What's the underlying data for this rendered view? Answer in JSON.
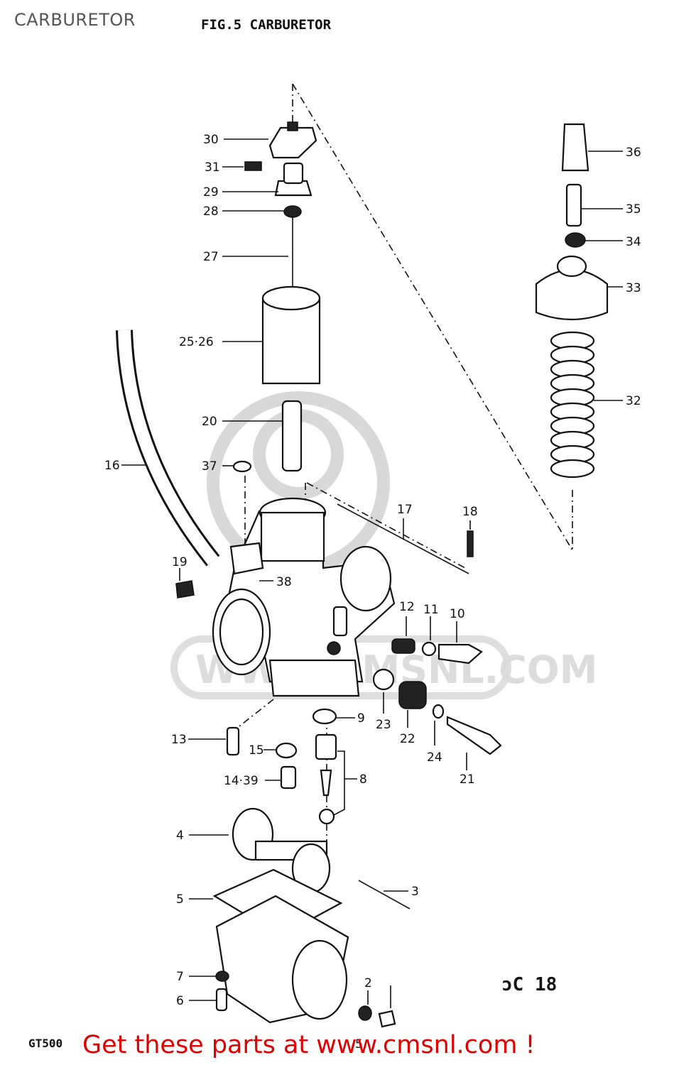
{
  "page": {
    "title": "CARBURETOR",
    "figure_title": "FIG.5  CARBURETOR",
    "model_label": "GT500",
    "page_code": "ɔC 18",
    "banner": "Get these parts at www.cmsnl.com !",
    "watermark": "WWW.CMSNL.COM",
    "banner_color": "#e00000"
  },
  "callouts": [
    "30",
    "31",
    "29",
    "28",
    "27",
    "25·26",
    "20",
    "37",
    "16",
    "19",
    "38",
    "17",
    "18",
    "12",
    "11",
    "10",
    "36",
    "35",
    "34",
    "33",
    "32",
    "13",
    "15",
    "14·39",
    "9",
    "23",
    "22",
    "24",
    "21",
    "8",
    "4",
    "5",
    "3",
    "7",
    "6",
    "2",
    "5"
  ]
}
